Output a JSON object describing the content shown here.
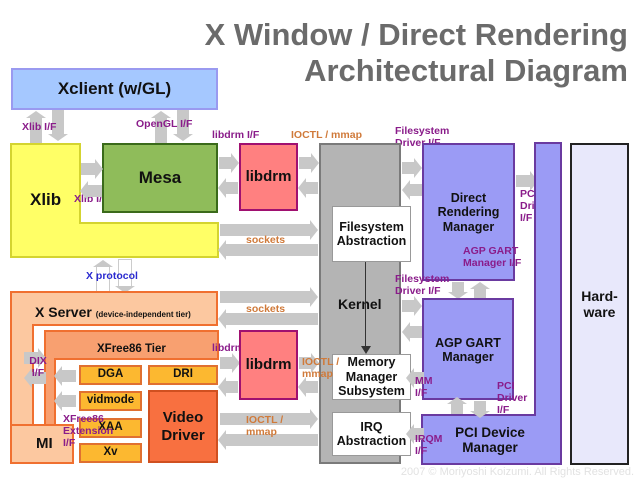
{
  "title": {
    "line1": "X Window / Direct Rendering",
    "line2": "Architectural Diagram"
  },
  "colors": {
    "xclient": "#a5c8ff",
    "xlib": "#ffff66",
    "mesa": "#8fbc5a",
    "libdrm": "#ff8080",
    "kernel": "#b4b4b4",
    "drm": "#9b9bf5",
    "hardware": "#e8e8fb",
    "xserver": "#fcc8a0",
    "xfree86": "#f8a070",
    "small": "#fcb830",
    "video": "#f87040",
    "label_purple": "#8a1c8a",
    "label_orange": "#d07a3a",
    "label_blue": "#2a2ad0"
  },
  "boxes": {
    "xclient": "Xclient (w/GL)",
    "xlib": "Xlib",
    "mesa": "Mesa",
    "libdrm_top": "libdrm",
    "libdrm_bottom": "libdrm",
    "kernel": "Kernel",
    "filesystem_abstraction": "Filesystem Abstraction",
    "memory_manager": "Memory Manager Subsystem",
    "irq_abstraction": "IRQ Abstraction",
    "drm": "Direct Rendering Manager",
    "agp_gart": "AGP GART Manager",
    "pci_device": "PCI Device Manager",
    "hardware": "Hard- ware",
    "xserver": "X Server",
    "xserver_sub": "(device-independent tier)",
    "xfree86": "XFree86 Tier",
    "dga": "DGA",
    "dri": "DRI",
    "vidmode": "vidmode",
    "xaa": "XAA",
    "xv": "Xv",
    "video_driver": "Video Driver",
    "mi": "MI"
  },
  "labels": {
    "xlib_if_top": "Xlib I/F",
    "opengl_if": "OpenGL I/F",
    "libdrm_if_top": "libdrm I/F",
    "ioctl_mmap_top": "IOCTL / mmap",
    "fs_driver_if_top": "Filesystem Driver I/F",
    "xlib_if_mid": "Xlib I/F",
    "sockets_top": "sockets",
    "pci_driver_if_top": "PCI Driver I/F",
    "agp_gart_mgr_if": "AGP GART Manager I/F",
    "x_protocol": "X protocol",
    "fs_driver_if_mid": "Filesystem Driver I/F",
    "sockets_mid": "sockets",
    "libdrm_if_bottom": "libdrm I/F",
    "dix_if": "DIX I/F",
    "ioctl_mmap_mid": "IOCTL / mmap",
    "mm_if": "MM I/F",
    "pci_driver_if_bottom": "PCI Driver I/F",
    "xfree86_ext_if": "XFree86 Extension I/F",
    "ioctl_mmap_bottom": "IOCTL / mmap",
    "irqm_if": "IRQM I/F"
  },
  "copyright": "2007 © Moriyoshi Koizumi. All Rights Reserved."
}
